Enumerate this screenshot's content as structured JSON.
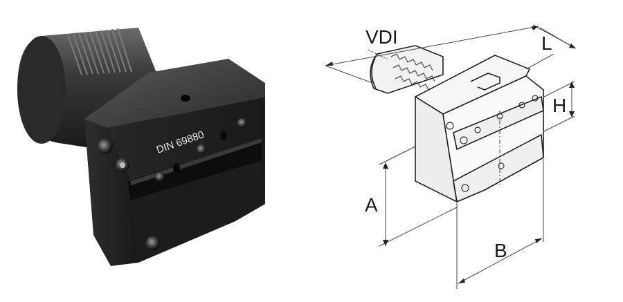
{
  "photo": {
    "engraving": "DIN 69880"
  },
  "drawing": {
    "labels": {
      "vdi": "VDI",
      "l": "L",
      "h": "H",
      "a": "A",
      "b": "B"
    }
  }
}
